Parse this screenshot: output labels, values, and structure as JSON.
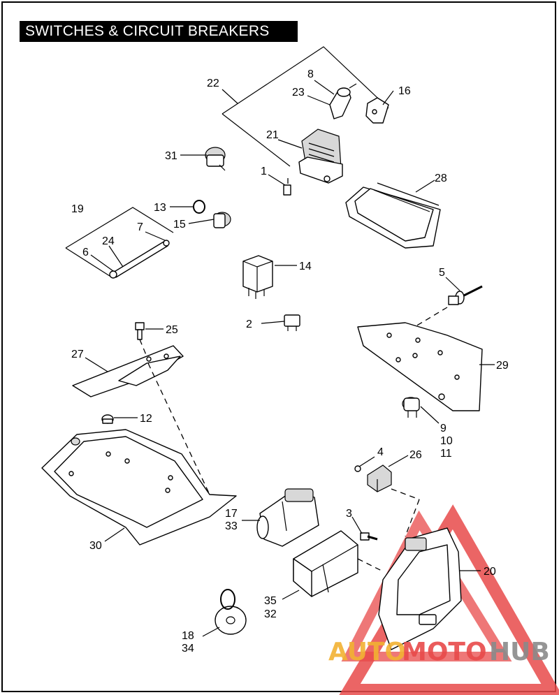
{
  "title": "SWITCHES & CIRCUIT BREAKERS",
  "callouts": [
    {
      "id": "c22",
      "text": "22"
    },
    {
      "id": "c8",
      "text": "8"
    },
    {
      "id": "c23",
      "text": "23"
    },
    {
      "id": "c16",
      "text": "16"
    },
    {
      "id": "c21",
      "text": "21"
    },
    {
      "id": "c31",
      "text": "31"
    },
    {
      "id": "c1",
      "text": "1"
    },
    {
      "id": "c28",
      "text": "28"
    },
    {
      "id": "c19",
      "text": "19"
    },
    {
      "id": "c13",
      "text": "13"
    },
    {
      "id": "c7",
      "text": "7"
    },
    {
      "id": "c15",
      "text": "15"
    },
    {
      "id": "c24",
      "text": "24"
    },
    {
      "id": "c6",
      "text": "6"
    },
    {
      "id": "c14",
      "text": "14"
    },
    {
      "id": "c5",
      "text": "5"
    },
    {
      "id": "c2",
      "text": "2"
    },
    {
      "id": "c25",
      "text": "25"
    },
    {
      "id": "c27",
      "text": "27"
    },
    {
      "id": "c29",
      "text": "29"
    },
    {
      "id": "c12",
      "text": "12"
    },
    {
      "id": "c9",
      "text": "9"
    },
    {
      "id": "c10",
      "text": "10"
    },
    {
      "id": "c11",
      "text": "11"
    },
    {
      "id": "c4",
      "text": "4"
    },
    {
      "id": "c26",
      "text": "26"
    },
    {
      "id": "c17",
      "text": "17"
    },
    {
      "id": "c33",
      "text": "33"
    },
    {
      "id": "c3",
      "text": "3"
    },
    {
      "id": "c30",
      "text": "30"
    },
    {
      "id": "c20",
      "text": "20"
    },
    {
      "id": "c35",
      "text": "35"
    },
    {
      "id": "c32",
      "text": "32"
    },
    {
      "id": "c18",
      "text": "18"
    },
    {
      "id": "c34",
      "text": "34"
    }
  ],
  "watermark": {
    "part1": "AUTO",
    "part2": "MOTO",
    "part3": "HUB",
    "color_orange": "#f2b233",
    "color_red": "#e84a4a",
    "color_gray": "#8a8a8a"
  }
}
